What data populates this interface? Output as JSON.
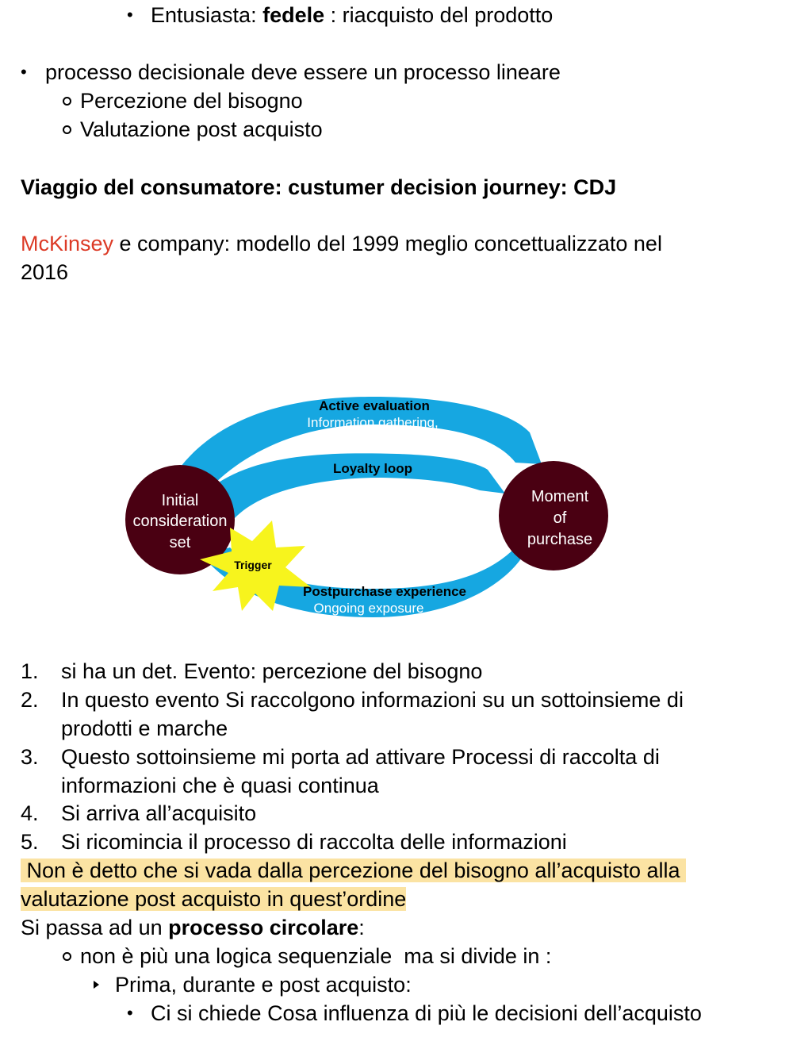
{
  "lines": {
    "l1_pre": "Entusiasta: ",
    "l1_bold": "fedele",
    "l1_post": " : riacquisto del prodotto",
    "l2": "processo decisionale deve essere un processo lineare",
    "l3": "Percezione del bisogno",
    "l4": "Valutazione post acquisto",
    "heading": "Viaggio del consumatore: custumer decision journey: CDJ",
    "mck_red": "McKinsey",
    "mck_rest": " e company: modello del 1999 meglio concettualizzato nel",
    "mck_year": "2016"
  },
  "diagram": {
    "active_evaluation": "Active evaluation",
    "information_gathering": "Information gathering,",
    "loyalty_loop": "Loyalty loop",
    "initial_1": "Initial",
    "initial_2": "consideration",
    "initial_3": "set",
    "moment_1": "Moment",
    "moment_2": "of",
    "moment_3": "purchase",
    "trigger": "Trigger",
    "postpurchase": "Postpurchase experience",
    "ongoing": "Ongoing exposure",
    "colors": {
      "loop": "#16a7e1",
      "circle": "#4a0012",
      "star": "#f7f41d"
    }
  },
  "steps": [
    {
      "n": "1.",
      "t": "si ha un det. Evento: percezione del bisogno"
    },
    {
      "n": "2.",
      "t": "In questo evento Si raccolgono informazioni su un sottoinsieme di"
    },
    {
      "n": "",
      "t": "prodotti e marche"
    },
    {
      "n": "3.",
      "t": "Questo sottoinsieme mi porta ad attivare Processi di raccolta di"
    },
    {
      "n": "",
      "t": "informazioni che è quasi continua"
    },
    {
      "n": "4.",
      "t": "Si arriva all’acquisito"
    },
    {
      "n": "5.",
      "t": "Si ricomincia il processo di raccolta delle informazioni"
    }
  ],
  "highlight": {
    "line1": " Non è detto che si vada dalla percezione del bisogno all’acquisto alla ",
    "line2": "valutazione post acquisto in quest’ordine"
  },
  "circular": {
    "pre": "Si passa ad un ",
    "bold": "processo circolare",
    "post": ":",
    "sub1": "non è più una logica sequenziale  ma si divide in :",
    "sub2": "Prima, durante e post acquisto:",
    "sub3": "Ci si chiede Cosa influenza di più le decisioni dell’acquisto"
  }
}
